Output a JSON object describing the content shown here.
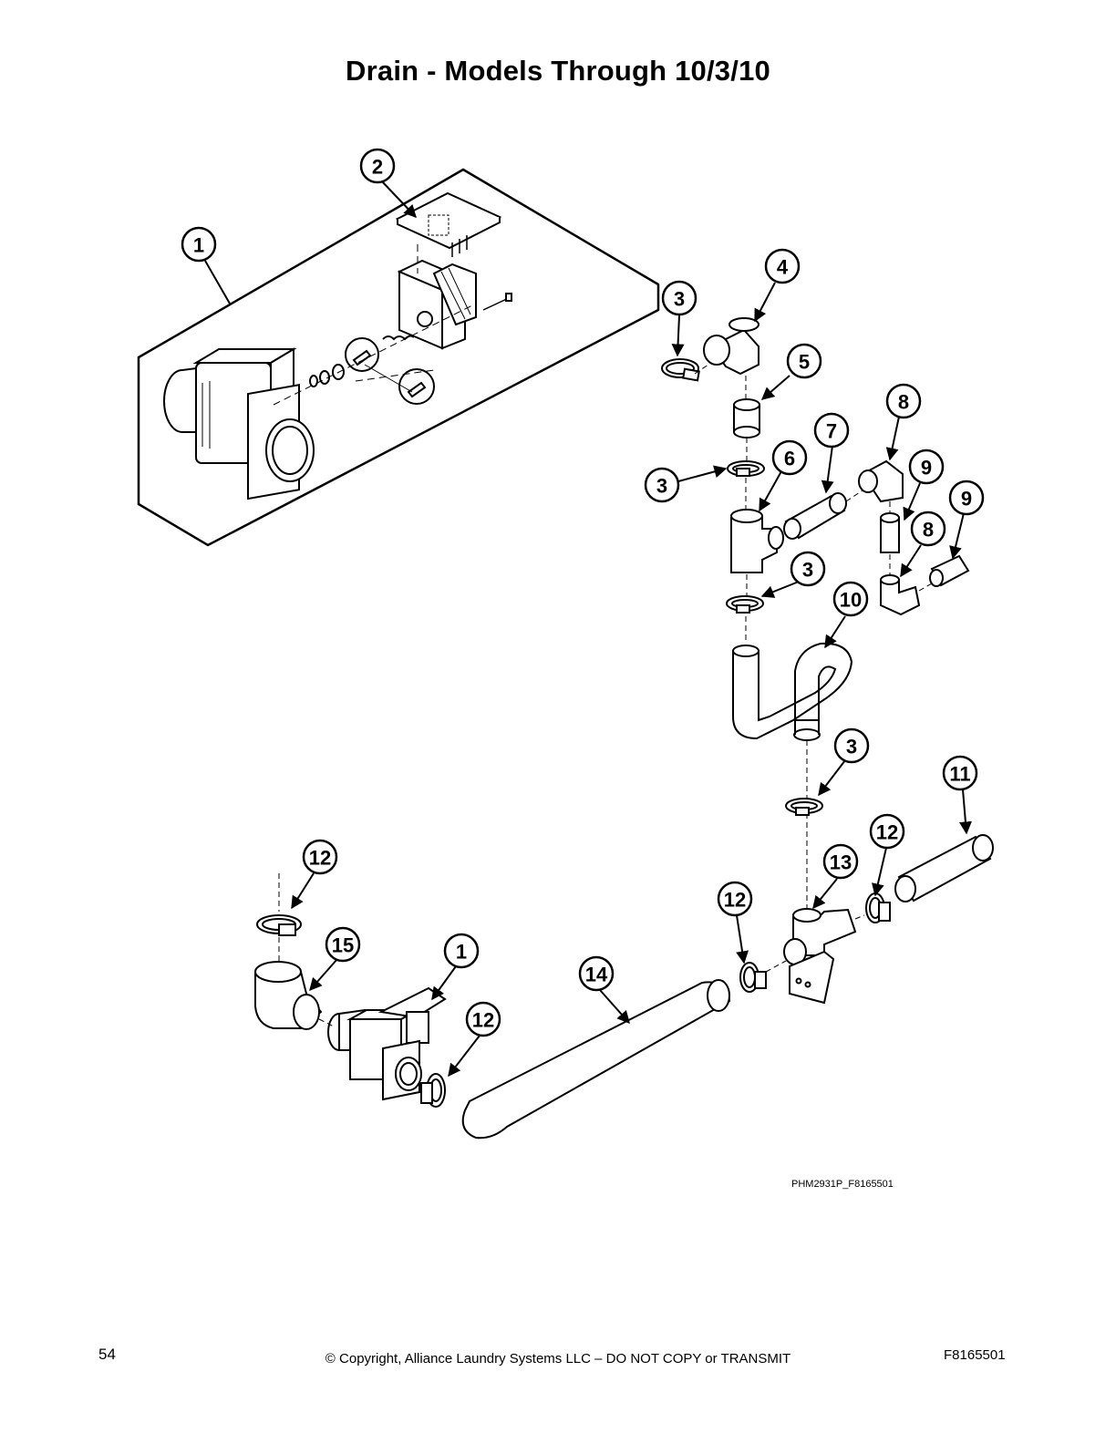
{
  "page": {
    "title": "Drain - Models Through 10/3/10",
    "image_ref": "PHM2931P_F8165501",
    "page_number": "54",
    "copyright": "© Copyright, Alliance Laundry Systems LLC – DO NOT COPY or TRANSMIT",
    "doc_id": "F8165501"
  },
  "callouts": [
    {
      "id": "c1a",
      "label": "1"
    },
    {
      "id": "c2",
      "label": "2"
    },
    {
      "id": "c3a",
      "label": "3"
    },
    {
      "id": "c4",
      "label": "4"
    },
    {
      "id": "c5",
      "label": "5"
    },
    {
      "id": "c3b",
      "label": "3"
    },
    {
      "id": "c6",
      "label": "6"
    },
    {
      "id": "c7",
      "label": "7"
    },
    {
      "id": "c8a",
      "label": "8"
    },
    {
      "id": "c9a",
      "label": "9"
    },
    {
      "id": "c9b",
      "label": "9"
    },
    {
      "id": "c8b",
      "label": "8"
    },
    {
      "id": "c3c",
      "label": "3"
    },
    {
      "id": "c10",
      "label": "10"
    },
    {
      "id": "c3d",
      "label": "3"
    },
    {
      "id": "c11",
      "label": "11"
    },
    {
      "id": "c12a",
      "label": "12"
    },
    {
      "id": "c13",
      "label": "13"
    },
    {
      "id": "c12b",
      "label": "12"
    },
    {
      "id": "c12c",
      "label": "12"
    },
    {
      "id": "c15",
      "label": "15"
    },
    {
      "id": "c1b",
      "label": "1"
    },
    {
      "id": "c14",
      "label": "14"
    },
    {
      "id": "c12d",
      "label": "12"
    }
  ]
}
